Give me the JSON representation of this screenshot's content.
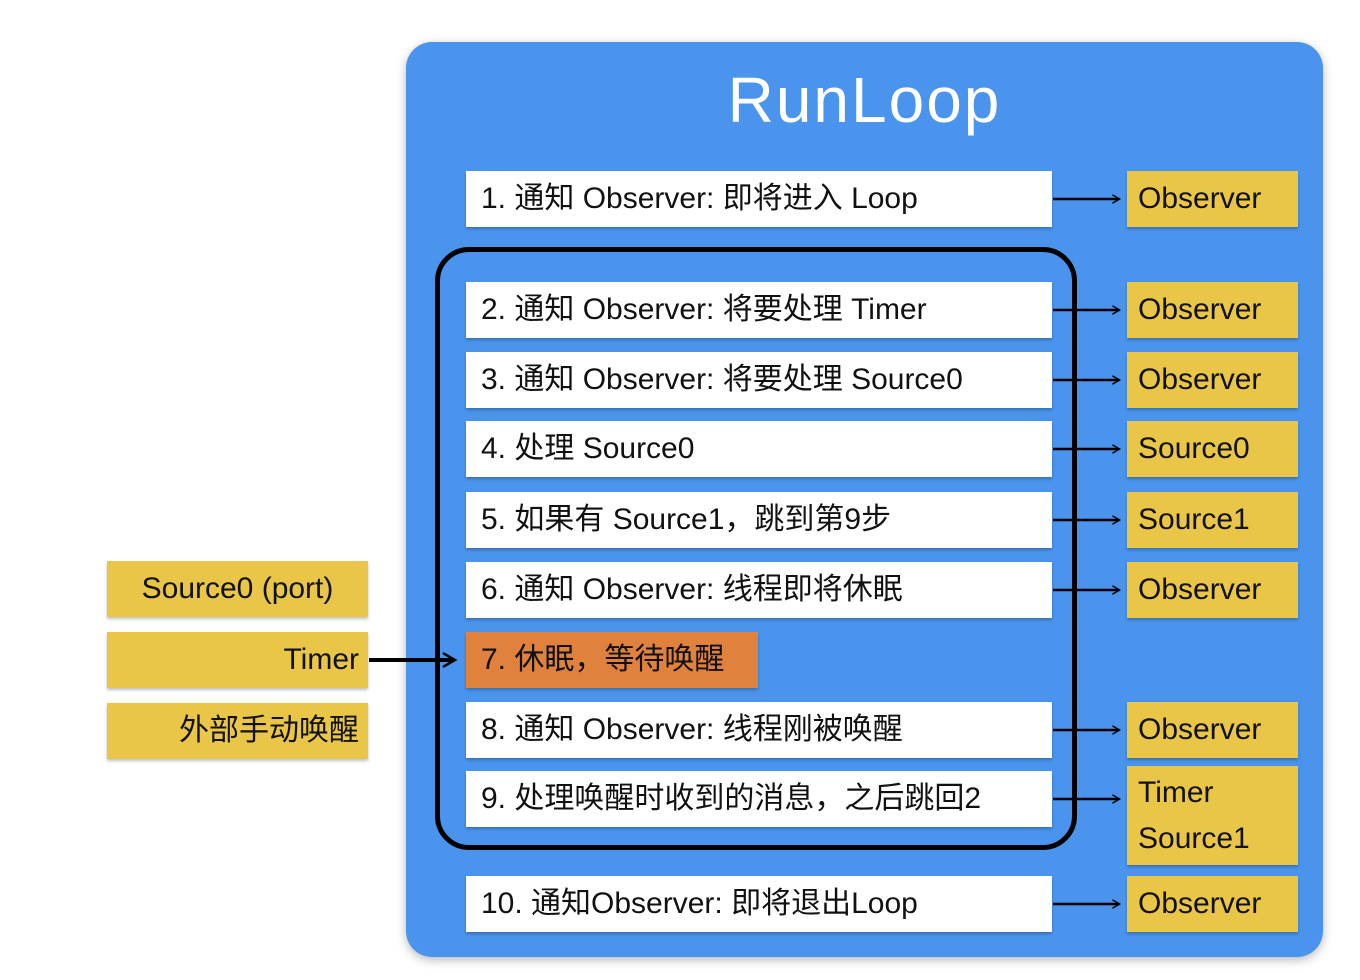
{
  "diagram_title": "RunLoop",
  "colors": {
    "container_blue": "#4A94ED",
    "box_yellow": "#E9C647",
    "box_orange": "#E0823D",
    "step_white": "#FFFFFF",
    "arrow_black": "#000000"
  },
  "steps": [
    {
      "label": "1. 通知 Observer: 即将进入 Loop",
      "targets": [
        "Observer"
      ],
      "in_loop": false,
      "highlighted": false
    },
    {
      "label": "2. 通知 Observer: 将要处理 Timer",
      "targets": [
        "Observer"
      ],
      "in_loop": true,
      "highlighted": false
    },
    {
      "label": "3. 通知 Observer: 将要处理 Source0",
      "targets": [
        "Observer"
      ],
      "in_loop": true,
      "highlighted": false
    },
    {
      "label": "4. 处理 Source0",
      "targets": [
        "Source0"
      ],
      "in_loop": true,
      "highlighted": false
    },
    {
      "label": "5. 如果有 Source1，跳到第9步",
      "targets": [
        "Source1"
      ],
      "in_loop": true,
      "highlighted": false
    },
    {
      "label": "6. 通知 Observer: 线程即将休眠",
      "targets": [
        "Observer"
      ],
      "in_loop": true,
      "highlighted": false
    },
    {
      "label": "7. 休眠，等待唤醒",
      "targets": [],
      "in_loop": true,
      "highlighted": true
    },
    {
      "label": "8. 通知 Observer: 线程刚被唤醒",
      "targets": [
        "Observer"
      ],
      "in_loop": true,
      "highlighted": false
    },
    {
      "label": "9. 处理唤醒时收到的消息，之后跳回2",
      "targets": [
        "Timer",
        "Source1"
      ],
      "in_loop": true,
      "highlighted": false
    },
    {
      "label": "10. 通知Observer: 即将退出Loop",
      "targets": [
        "Observer"
      ],
      "in_loop": false,
      "highlighted": false
    }
  ],
  "wakeup_sources": [
    {
      "label": "Source0 (port)",
      "arrow_to_step": null
    },
    {
      "label": "Timer",
      "arrow_to_step": 7
    },
    {
      "label": "外部手动唤醒",
      "arrow_to_step": null
    }
  ]
}
